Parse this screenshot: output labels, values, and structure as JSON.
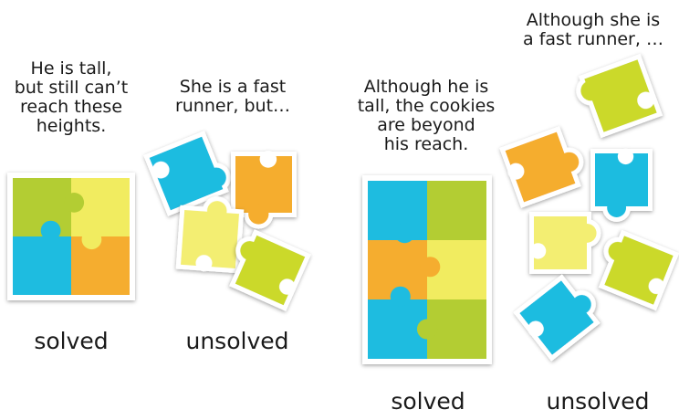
{
  "colors": {
    "blue": "#1ebce0",
    "green": "#b3cd33",
    "yellow": "#f1ec60",
    "orange": "#f5ad2f",
    "lime": "#cbd92b",
    "paleyellow": "#f3ee72"
  },
  "panels": [
    {
      "caption": "He is tall,\nbut still can’t\nreach these\nheights.",
      "status": "solved"
    },
    {
      "caption": "She is a fast\nrunner, but…",
      "status": "unsolved"
    },
    {
      "caption": "Although he is\ntall, the cookies\nare beyond\nhis reach.",
      "status": "solved"
    },
    {
      "caption": "Although she is\na fast runner, …",
      "status": "unsolved"
    }
  ]
}
